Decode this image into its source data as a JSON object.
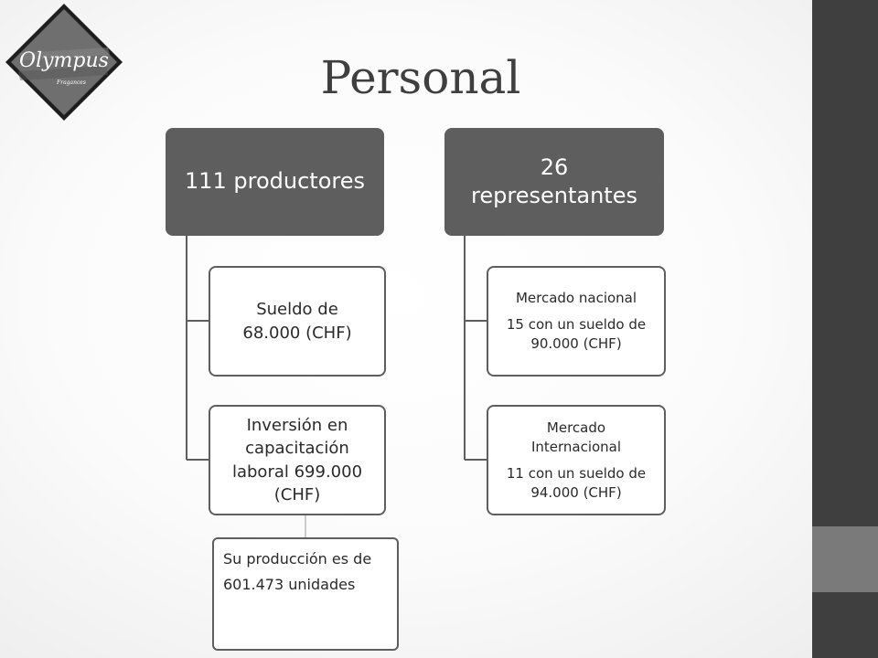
{
  "slide": {
    "title": "Personal",
    "logo": {
      "brand": "Olympus",
      "tagline": "Fragances"
    }
  },
  "tree_left": {
    "head": "111 productores",
    "children": [
      {
        "text": "Sueldo de 68.000 (CHF)"
      },
      {
        "text": "Inversión en capacitación laboral 699.000 (CHF)"
      }
    ],
    "note": "Su producción es de 601.473 unidades"
  },
  "tree_right": {
    "head": "26 representantes",
    "children": [
      {
        "heading": "Mercado nacional",
        "text": "15 con un sueldo de 90.000 (CHF)"
      },
      {
        "heading": "Mercado Internacional",
        "text": "11 con un sueldo de 94.000 (CHF)"
      }
    ]
  },
  "colors": {
    "header_fill": "#5e5e5e",
    "sidebar": "#3f3f3f",
    "sidebar_accent": "#7a7a7a",
    "title_text": "#3f3f3f"
  }
}
